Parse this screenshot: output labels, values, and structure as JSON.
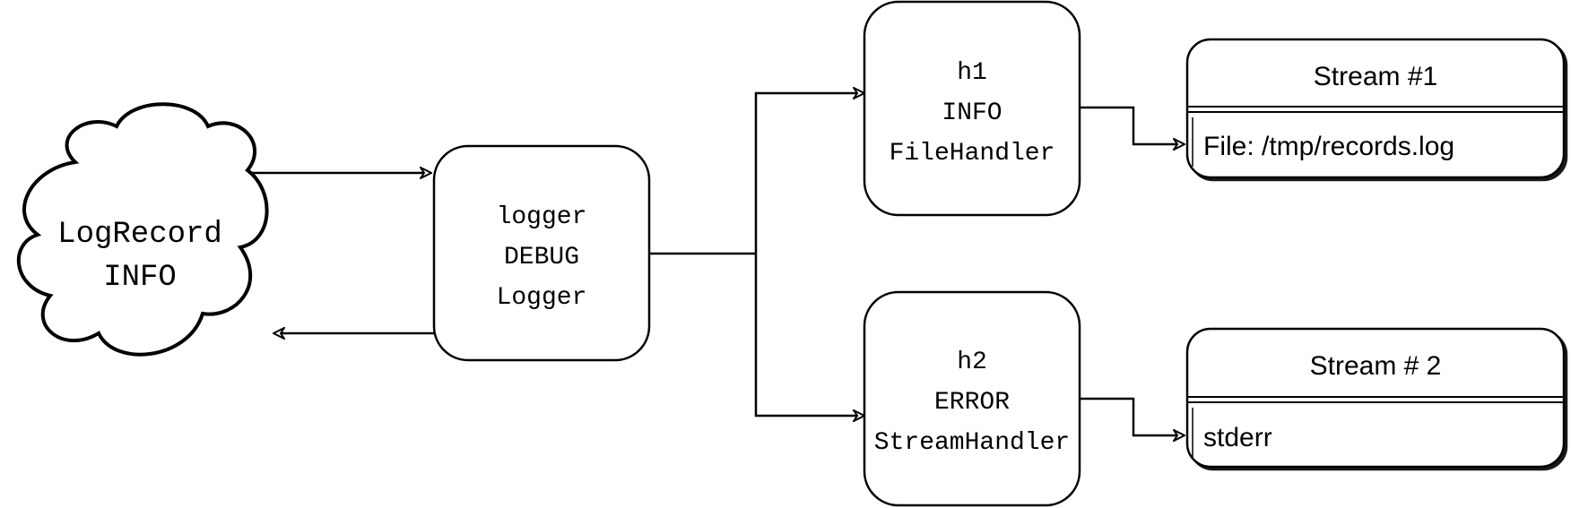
{
  "record": {
    "lines": [
      "LogRecord",
      "INFO"
    ]
  },
  "logger": {
    "lines": [
      "logger",
      "DEBUG",
      "Logger"
    ]
  },
  "handler1": {
    "lines": [
      "h1",
      "INFO",
      "FileHandler"
    ]
  },
  "handler2": {
    "lines": [
      "h2",
      "ERROR",
      "StreamHandler"
    ]
  },
  "stream1": {
    "title": "Stream #1",
    "body": "File: /tmp/records.log"
  },
  "stream2": {
    "title": "Stream # 2",
    "body": "stderr"
  }
}
